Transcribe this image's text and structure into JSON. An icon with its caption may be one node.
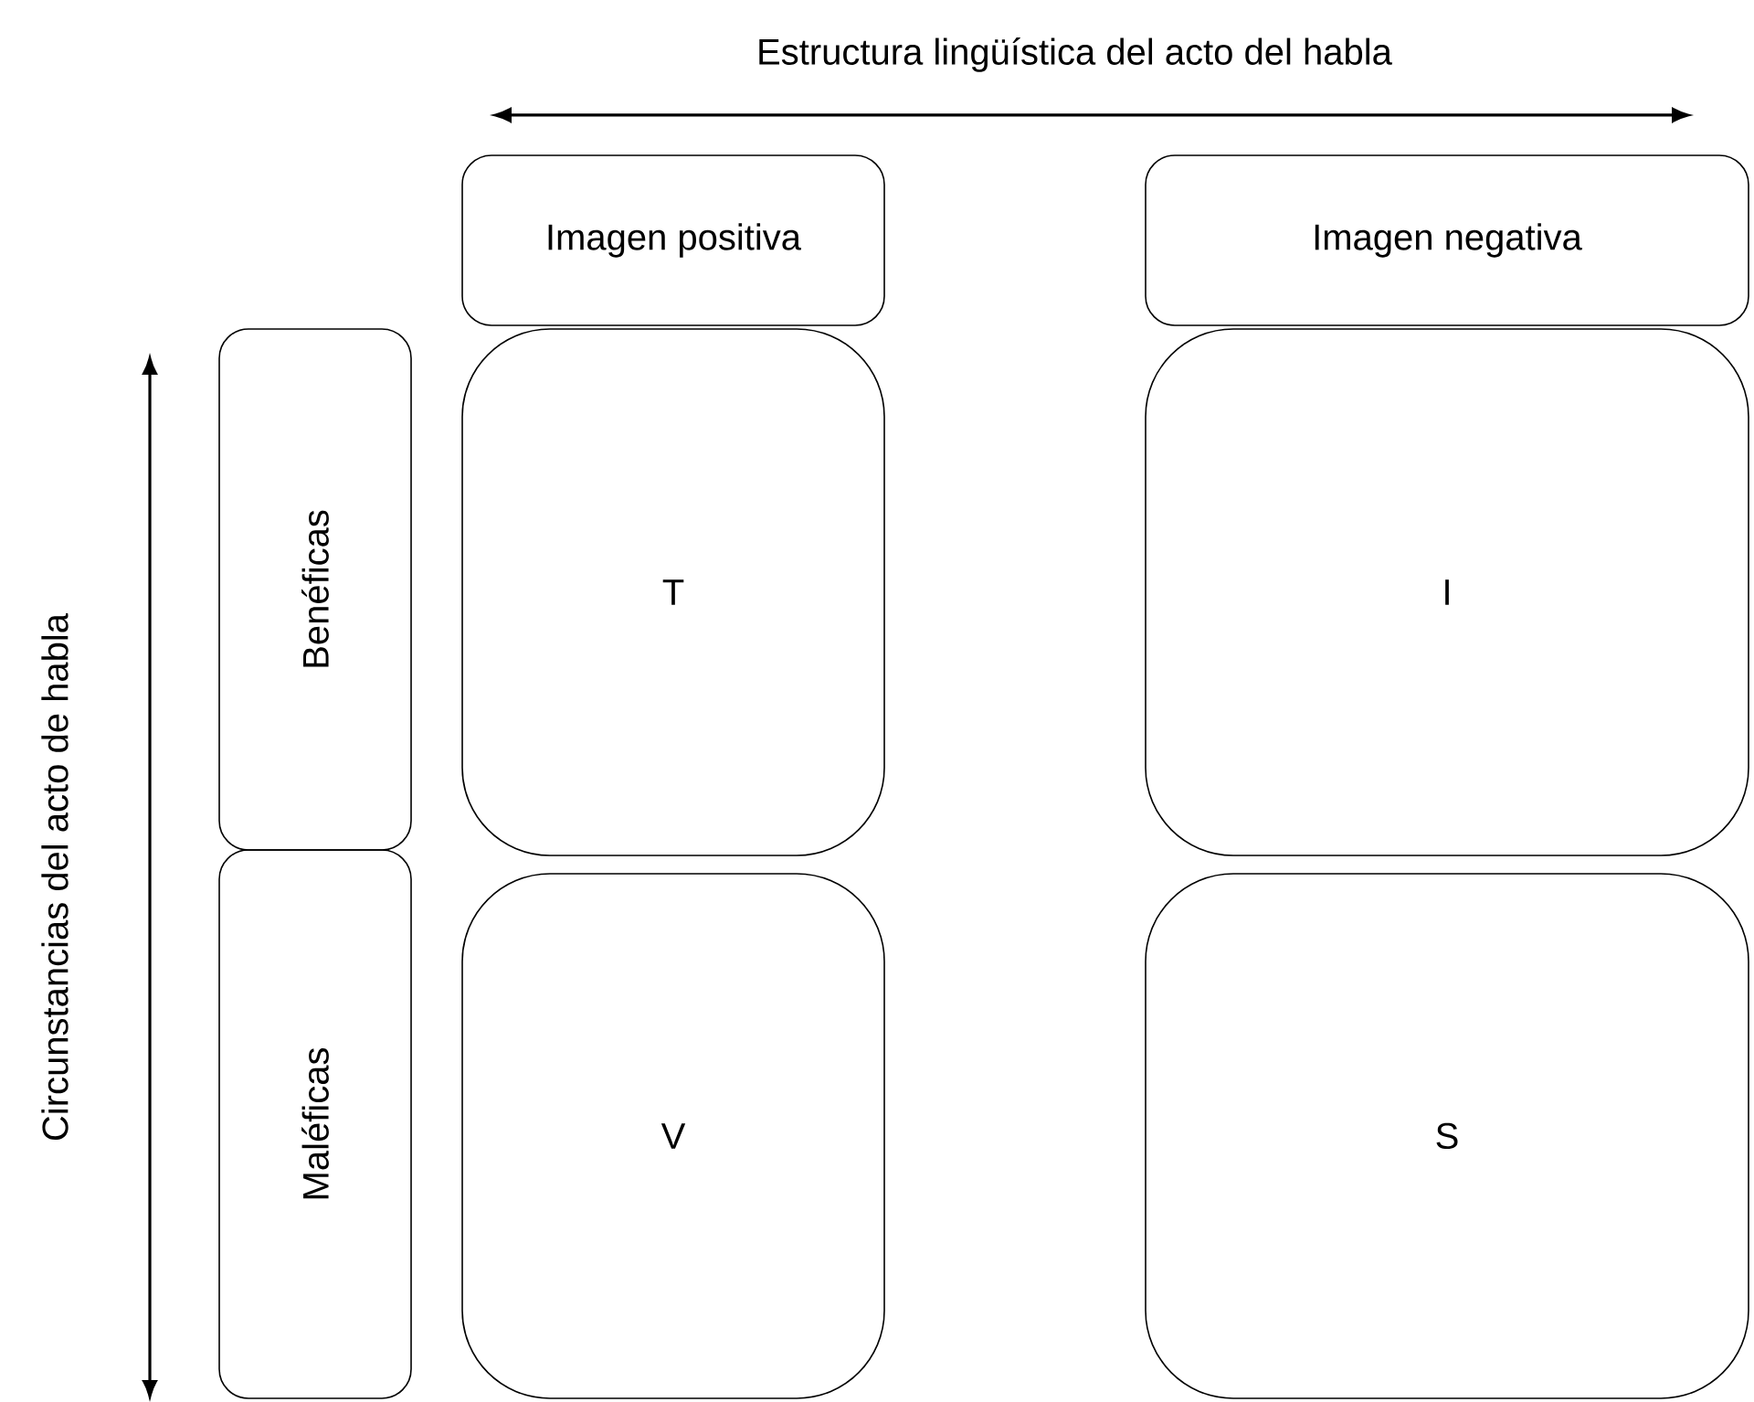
{
  "diagram": {
    "nodes": [
      {
        "text": [
          "Imagen positiva"
        ]
      },
      {
        "text": [
          "Imagen negativa"
        ]
      },
      {
        "text": [
          "Benéficas"
        ]
      },
      {
        "text": [
          "Maléficas"
        ]
      },
      {
        "text": [
          "T"
        ]
      },
      {
        "text": [
          "I"
        ]
      },
      {
        "text": [
          "V"
        ]
      },
      {
        "text": [
          "S"
        ]
      }
    ],
    "labels": [
      "Estructura lingüística del acto del habla",
      "Circunstancias del acto de habla"
    ]
  }
}
